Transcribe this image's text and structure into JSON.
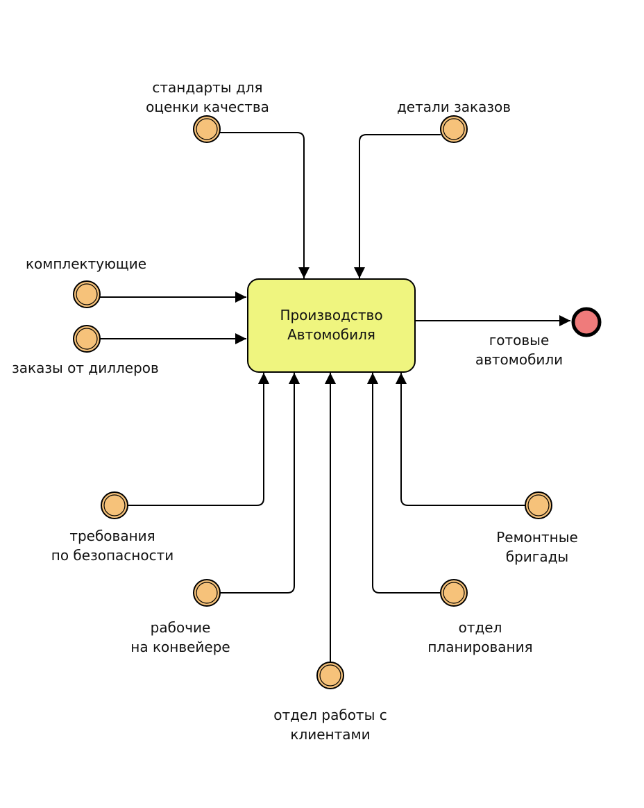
{
  "process": {
    "line1": "Производство",
    "line2": "Автомобиля"
  },
  "controls": {
    "quality_standards": {
      "line1": "стандарты для",
      "line2": "оценки качества"
    },
    "order_details": {
      "line1": "детали заказов"
    }
  },
  "inputs": {
    "components": {
      "line1": "комплектующие"
    },
    "dealer_orders": {
      "line1": "заказы от диллеров"
    }
  },
  "output": {
    "finished_cars": {
      "line1": "готовые",
      "line2": "автомобили"
    }
  },
  "mechanisms": {
    "safety_requirements": {
      "line1": "требования",
      "line2": "по безопасности"
    },
    "conveyor_workers": {
      "line1": "рабочие",
      "line2": "на конвейере"
    },
    "client_department": {
      "line1": "отдел работы с",
      "line2": "клиентами"
    },
    "planning_department": {
      "line1": "отдел",
      "line2": "планирования"
    },
    "repair_teams": {
      "line1": "Ремонтные",
      "line2": "бригады"
    }
  },
  "colors": {
    "process_fill": "#eff57f",
    "node_fill": "#f6c27a",
    "end_fill": "#ef7b7b",
    "stroke": "#000000"
  }
}
